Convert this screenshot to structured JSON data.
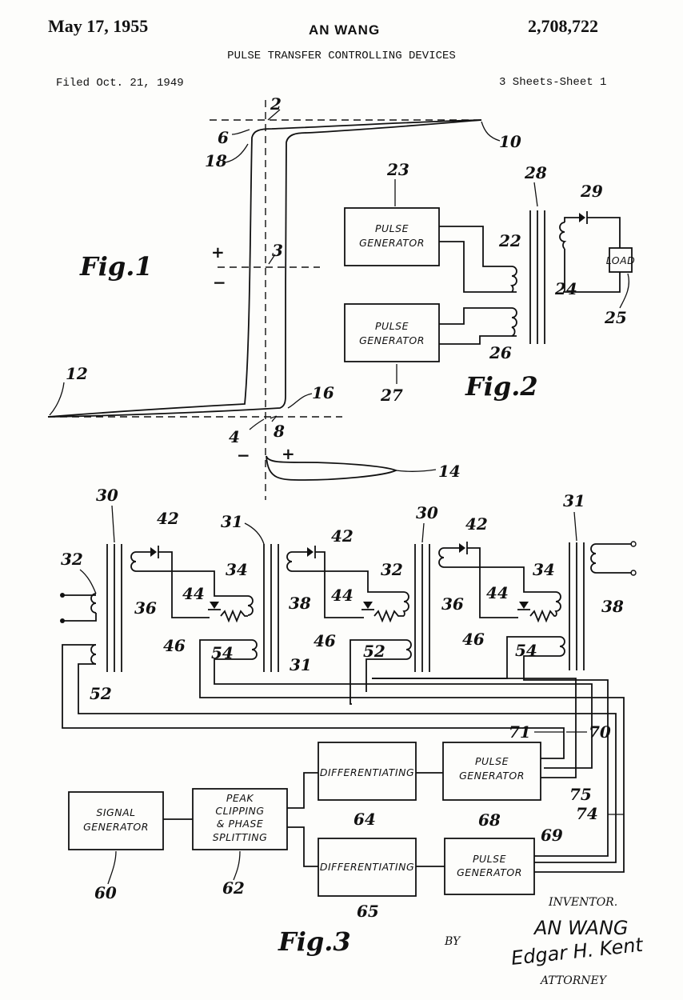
{
  "header": {
    "date": "May 17, 1955",
    "inventor_name": "AN WANG",
    "patent_number": "2,708,722",
    "title": "PULSE TRANSFER CONTROLLING DEVICES",
    "filed": "Filed Oct. 21, 1949",
    "sheets": "3 Sheets-Sheet 1"
  },
  "figures": {
    "fig1": "Fig.1",
    "fig2": "Fig.2",
    "fig3": "Fig.3"
  },
  "fig1_labels": {
    "l2": "2",
    "l3": "3",
    "l4": "4",
    "l6": "6",
    "l8": "8",
    "l10": "10",
    "l12": "12",
    "l14": "14",
    "l16": "16",
    "l18": "18",
    "plus_top": "+",
    "minus_top": "−",
    "minus_bottom": "−",
    "plus_bottom": "+"
  },
  "fig2": {
    "pulse_generator_top": [
      "PULSE",
      "GENERATOR"
    ],
    "pulse_generator_bottom": [
      "PULSE",
      "GENERATOR"
    ],
    "load": "LOAD",
    "labels": {
      "l22": "22",
      "l23": "23",
      "l24": "24",
      "l25": "25",
      "l26": "26",
      "l27": "27",
      "l28": "28",
      "l29": "29"
    }
  },
  "fig3": {
    "signal_generator": [
      "SIGNAL",
      "GENERATOR"
    ],
    "peak_clipping": [
      "PEAK",
      "CLIPPING",
      "& PHASE",
      "SPLITTING"
    ],
    "differentiating_top": "DIFFERENTIATING",
    "differentiating_bottom": "DIFFERENTIATING",
    "pulse_generator_top": [
      "PULSE",
      "GENERATOR"
    ],
    "pulse_generator_bottom": [
      "PULSE",
      "GENERATOR"
    ],
    "labels": {
      "l30a": "30",
      "l30b": "30",
      "l31a": "31",
      "l31b": "31",
      "l31c": "31",
      "l32a": "32",
      "l32b": "32",
      "l34a": "34",
      "l34b": "34",
      "l36a": "36",
      "l36b": "36",
      "l38a": "38",
      "l38b": "38",
      "l42a": "42",
      "l42b": "42",
      "l42c": "42",
      "l44a": "44",
      "l44b": "44",
      "l44c": "44",
      "l46a": "46",
      "l46b": "46",
      "l46c": "46",
      "l52a": "52",
      "l52b": "52",
      "l54a": "54",
      "l54b": "54",
      "l60": "60",
      "l62": "62",
      "l64": "64",
      "l65": "65",
      "l68": "68",
      "l69": "69",
      "l70": "70",
      "l71": "71",
      "l74": "74",
      "l75": "75"
    }
  },
  "signature_block": {
    "inventor_label": "INVENTOR.",
    "inventor_name": "AN WANG",
    "by": "BY",
    "attorney_signature": "Edgar H. Kent",
    "attorney_label": "ATTORNEY"
  }
}
